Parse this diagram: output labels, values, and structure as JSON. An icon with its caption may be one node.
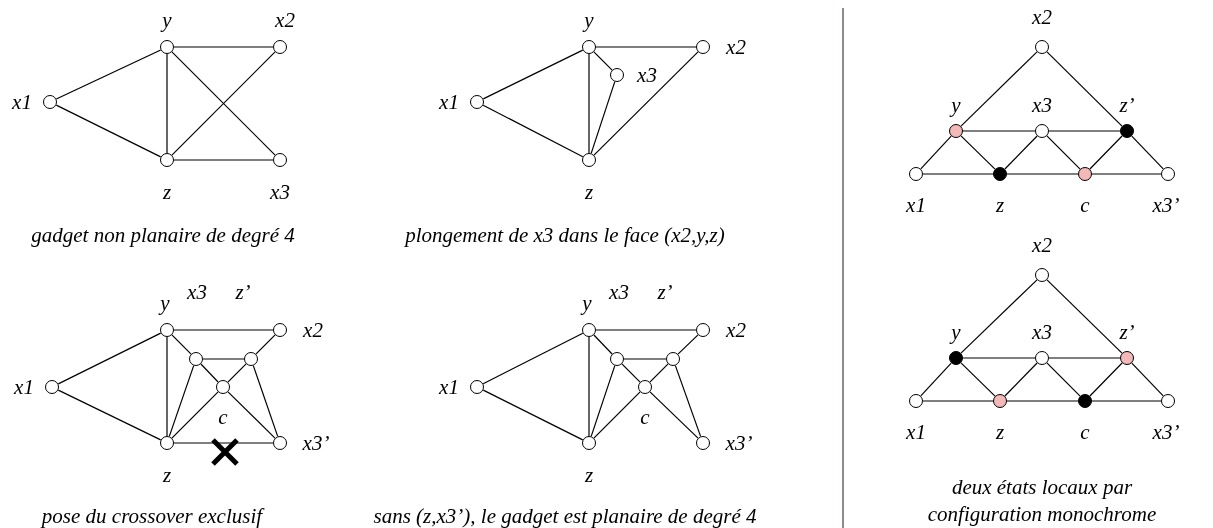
{
  "diagram": {
    "nodes": [
      {
        "text": [],
        "shape": "circle",
        "beside": [
          "x1"
        ]
      },
      {
        "text": [],
        "shape": "circle",
        "beside": [
          "y"
        ]
      },
      {
        "text": [],
        "shape": "circle",
        "beside": [
          "x2"
        ]
      },
      {
        "text": [],
        "shape": "circle",
        "beside": [
          "z"
        ]
      },
      {
        "text": [],
        "shape": "circle",
        "beside": [
          "x3"
        ]
      },
      {
        "text": [],
        "shape": "circle",
        "beside": [
          "x1"
        ]
      },
      {
        "text": [],
        "shape": "circle",
        "beside": [
          "y"
        ]
      },
      {
        "text": [],
        "shape": "circle",
        "beside": [
          "x2"
        ]
      },
      {
        "text": [],
        "shape": "circle",
        "beside": [
          "x3"
        ]
      },
      {
        "text": [],
        "shape": "circle",
        "beside": [
          "z"
        ]
      },
      {
        "text": [],
        "shape": "circle",
        "beside": [
          "x1"
        ]
      },
      {
        "text": [],
        "shape": "circle",
        "beside": [
          "y"
        ]
      },
      {
        "text": [],
        "shape": "circle"
      },
      {
        "text": [],
        "shape": "circle"
      },
      {
        "text": [],
        "shape": "circle",
        "beside": [
          "x2"
        ]
      },
      {
        "text": [],
        "shape": "circle",
        "beside": [
          "c"
        ]
      },
      {
        "text": [],
        "shape": "circle",
        "beside": [
          "z"
        ]
      },
      {
        "text": [],
        "shape": "circle",
        "beside": [
          "x3’"
        ]
      },
      {
        "text": [],
        "shape": "circle",
        "beside": [
          "x1"
        ]
      },
      {
        "text": [],
        "shape": "circle",
        "beside": [
          "y"
        ]
      },
      {
        "text": [],
        "shape": "circle"
      },
      {
        "text": [],
        "shape": "circle"
      },
      {
        "text": [],
        "shape": "circle",
        "beside": [
          "x2"
        ]
      },
      {
        "text": [],
        "shape": "circle",
        "beside": [
          "c"
        ]
      },
      {
        "text": [],
        "shape": "circle",
        "beside": [
          "z"
        ]
      },
      {
        "text": [],
        "shape": "circle",
        "beside": [
          "x3’"
        ]
      },
      {
        "text": [],
        "shape": "circle",
        "beside": [
          "x2"
        ]
      },
      {
        "text": [],
        "shape": "circle",
        "beside": [
          "y"
        ]
      },
      {
        "text": [],
        "shape": "circle",
        "beside": [
          "x3"
        ]
      },
      {
        "text": [],
        "shape": "circle",
        "beside": [
          "z’"
        ]
      },
      {
        "text": [],
        "shape": "circle",
        "beside": [
          "x1"
        ]
      },
      {
        "text": [],
        "shape": "circle",
        "beside": [
          "z"
        ]
      },
      {
        "text": [],
        "shape": "circle",
        "beside": [
          "c"
        ]
      },
      {
        "text": [],
        "shape": "circle",
        "beside": [
          "x3’"
        ]
      },
      {
        "text": [],
        "shape": "circle",
        "beside": [
          "x2"
        ]
      },
      {
        "text": [],
        "shape": "circle",
        "beside": [
          "y"
        ]
      },
      {
        "text": [],
        "shape": "circle",
        "beside": [
          "x3"
        ]
      },
      {
        "text": [],
        "shape": "circle",
        "beside": [
          "z’"
        ]
      },
      {
        "text": [],
        "shape": "circle",
        "beside": [
          "x1"
        ]
      },
      {
        "text": [],
        "shape": "circle",
        "beside": [
          "z"
        ]
      },
      {
        "text": [],
        "shape": "circle",
        "beside": [
          "c"
        ]
      },
      {
        "text": [],
        "shape": "circle",
        "beside": [
          "x3’"
        ]
      }
    ],
    "edges": [
      {
        "from": 0,
        "to": 1,
        "arrow": "none"
      },
      {
        "from": 0,
        "to": 3,
        "arrow": "none"
      },
      {
        "from": 1,
        "to": 3,
        "arrow": "none"
      },
      {
        "from": 1,
        "to": 2,
        "arrow": "none"
      },
      {
        "from": 1,
        "to": 4,
        "arrow": "none"
      },
      {
        "from": 3,
        "to": 2,
        "arrow": "none"
      },
      {
        "from": 3,
        "to": 4,
        "arrow": "none"
      },
      {
        "from": 5,
        "to": 6,
        "arrow": "none"
      },
      {
        "from": 5,
        "to": 9,
        "arrow": "none"
      },
      {
        "from": 6,
        "to": 9,
        "arrow": "none"
      },
      {
        "from": 6,
        "to": 7,
        "arrow": "none"
      },
      {
        "from": 6,
        "to": 8,
        "arrow": "none"
      },
      {
        "from": 8,
        "to": 9,
        "arrow": "none"
      },
      {
        "from": 9,
        "to": 7,
        "arrow": "none"
      },
      {
        "from": 10,
        "to": 11,
        "arrow": "none"
      },
      {
        "from": 10,
        "to": 16,
        "arrow": "none"
      },
      {
        "from": 11,
        "to": 14,
        "arrow": "none"
      },
      {
        "from": 11,
        "to": 16,
        "arrow": "none"
      },
      {
        "from": 11,
        "to": 12,
        "arrow": "none"
      },
      {
        "from": 12,
        "to": 13,
        "arrow": "none"
      },
      {
        "from": 13,
        "to": 14,
        "arrow": "none"
      },
      {
        "from": 12,
        "to": 16,
        "arrow": "none"
      },
      {
        "from": 12,
        "to": 15,
        "arrow": "none"
      },
      {
        "from": 13,
        "to": 15,
        "arrow": "none"
      },
      {
        "from": 15,
        "to": 16,
        "arrow": "none"
      },
      {
        "from": 15,
        "to": 17,
        "arrow": "none"
      },
      {
        "from": 13,
        "to": 17,
        "arrow": "none"
      },
      {
        "from": 16,
        "to": 17,
        "arrow": "none"
      },
      {
        "from": 18,
        "to": 19,
        "arrow": "none"
      },
      {
        "from": 18,
        "to": 24,
        "arrow": "none"
      },
      {
        "from": 19,
        "to": 22,
        "arrow": "none"
      },
      {
        "from": 19,
        "to": 24,
        "arrow": "none"
      },
      {
        "from": 19,
        "to": 20,
        "arrow": "none"
      },
      {
        "from": 20,
        "to": 21,
        "arrow": "none"
      },
      {
        "from": 21,
        "to": 22,
        "arrow": "none"
      },
      {
        "from": 20,
        "to": 24,
        "arrow": "none"
      },
      {
        "from": 20,
        "to": 23,
        "arrow": "none"
      },
      {
        "from": 21,
        "to": 23,
        "arrow": "none"
      },
      {
        "from": 23,
        "to": 24,
        "arrow": "none"
      },
      {
        "from": 23,
        "to": 25,
        "arrow": "none"
      },
      {
        "from": 21,
        "to": 25,
        "arrow": "none"
      },
      {
        "from": 26,
        "to": 27,
        "arrow": "none"
      },
      {
        "from": 26,
        "to": 29,
        "arrow": "none"
      },
      {
        "from": 27,
        "to": 28,
        "arrow": "none"
      },
      {
        "from": 28,
        "to": 29,
        "arrow": "none"
      },
      {
        "from": 27,
        "to": 30,
        "arrow": "none"
      },
      {
        "from": 27,
        "to": 31,
        "arrow": "none"
      },
      {
        "from": 28,
        "to": 31,
        "arrow": "none"
      },
      {
        "from": 28,
        "to": 32,
        "arrow": "none"
      },
      {
        "from": 29,
        "to": 32,
        "arrow": "none"
      },
      {
        "from": 29,
        "to": 33,
        "arrow": "none"
      },
      {
        "from": 30,
        "to": 31,
        "arrow": "none"
      },
      {
        "from": 31,
        "to": 32,
        "arrow": "none"
      },
      {
        "from": 32,
        "to": 33,
        "arrow": "none"
      },
      {
        "from": 34,
        "to": 35,
        "arrow": "none"
      },
      {
        "from": 34,
        "to": 37,
        "arrow": "none"
      },
      {
        "from": 35,
        "to": 36,
        "arrow": "none"
      },
      {
        "from": 36,
        "to": 37,
        "arrow": "none"
      },
      {
        "from": 35,
        "to": 38,
        "arrow": "none"
      },
      {
        "from": 35,
        "to": 39,
        "arrow": "none"
      },
      {
        "from": 36,
        "to": 39,
        "arrow": "none"
      },
      {
        "from": 36,
        "to": 40,
        "arrow": "none"
      },
      {
        "from": 37,
        "to": 40,
        "arrow": "none"
      },
      {
        "from": 37,
        "to": 41,
        "arrow": "none"
      },
      {
        "from": 38,
        "to": 39,
        "arrow": "none"
      },
      {
        "from": 39,
        "to": 40,
        "arrow": "none"
      },
      {
        "from": 40,
        "to": 41,
        "arrow": "none"
      }
    ],
    "labels": [
      "gadget non planaire de degré 4",
      "plongement de x3 dans le face (x2,y,z)",
      "x3",
      "z’",
      "x3",
      "z’",
      "pose du crossover exclusif",
      "sans (z,x3’), le gadget est planaire de degré 4",
      "deux états locaux par configuration monochrome"
    ]
  }
}
